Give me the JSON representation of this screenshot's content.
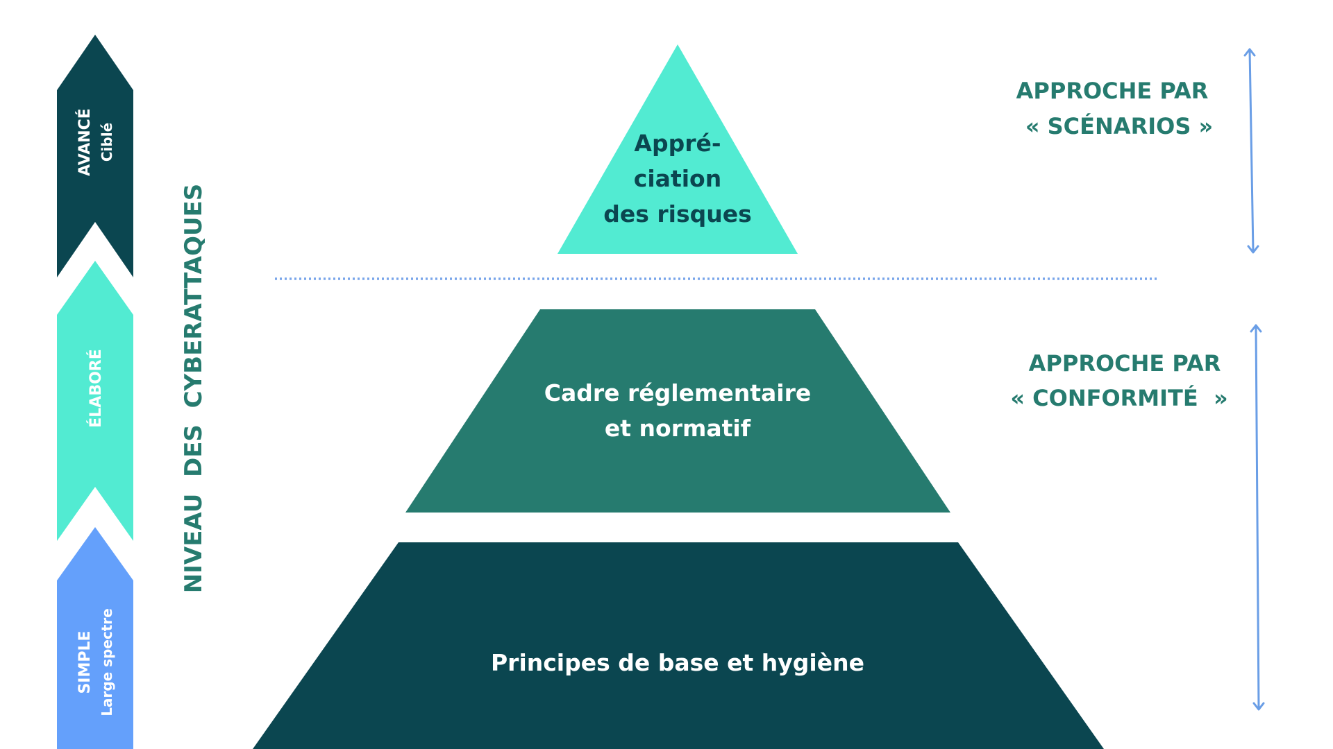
{
  "colors": {
    "dark_teal": "#0b4650",
    "mid_teal": "#267b6f",
    "mint": "#52ebd2",
    "blue": "#64a0fb",
    "approach_text": "#267b6f",
    "axis_text": "#267b6f",
    "separator": "#7aa6ea",
    "bracket": "#6a9ee6",
    "white": "#ffffff"
  },
  "levels": {
    "advanced": {
      "main": "AVANCÉ",
      "sub": "Ciblé"
    },
    "elaborate": {
      "main": "ÉLABORÉ"
    },
    "simple": {
      "main": "SIMPLE",
      "sub": "Large spectre"
    }
  },
  "axis_label": "NIVEAU  DES  CYBERATTAQUES",
  "pyramid": {
    "top": {
      "lines": [
        "Appré-",
        "ciation",
        "des risques"
      ]
    },
    "middle": {
      "lines": [
        "Cadre réglementaire",
        "et normatif"
      ]
    },
    "bottom": {
      "lines": [
        "Principes de base et hygiène"
      ]
    }
  },
  "approaches": {
    "scenarios": {
      "lines": [
        "APPROCHE PAR",
        "« SCÉNARIOS »"
      ]
    },
    "conformite": {
      "lines": [
        "APPROCHE PAR",
        "« CONFORMITÉ  »"
      ]
    }
  }
}
